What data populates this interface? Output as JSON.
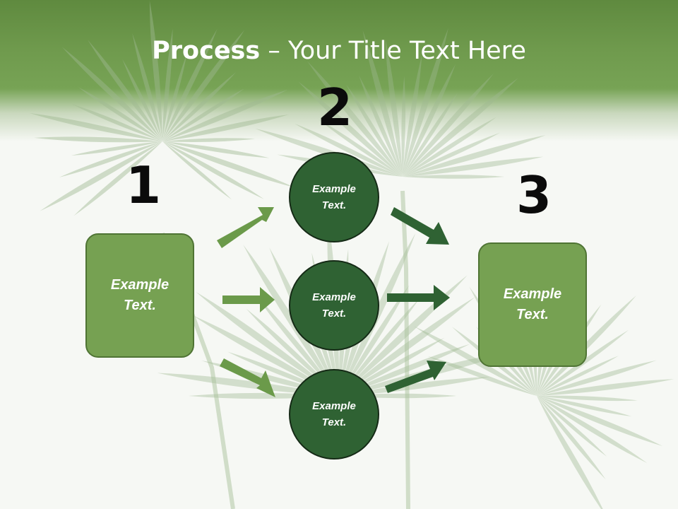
{
  "title": {
    "bold": "Process",
    "rest": " – Your Title Text Here"
  },
  "steps": {
    "n1": "1",
    "n2": "2",
    "n3": "3"
  },
  "box_left": {
    "line1": "Example",
    "line2": "Text."
  },
  "box_right": {
    "line1": "Example",
    "line2": "Text."
  },
  "circles": [
    {
      "line1": "Example",
      "line2": "Text."
    },
    {
      "line1": "Example",
      "line2": "Text."
    },
    {
      "line1": "Example",
      "line2": "Text."
    }
  ],
  "colors": {
    "header_green": "#6f9a4d",
    "box_fill": "#76a152",
    "circle_fill": "#2f6233",
    "arrow_light": "#6b9a4a",
    "arrow_dark": "#2f6233"
  }
}
